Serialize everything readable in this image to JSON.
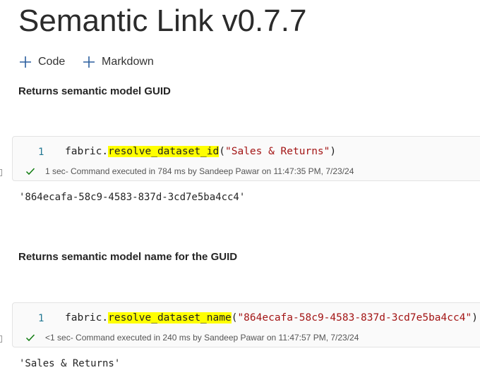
{
  "notebook": {
    "title": "Semantic Link v0.7.7"
  },
  "toolbar": {
    "add_code_label": "Code",
    "add_markdown_label": "Markdown"
  },
  "cells": [
    {
      "heading": "Returns semantic model GUID",
      "line_number": "1",
      "code": {
        "prefix": "fabric.",
        "function": "resolve_dataset_id",
        "open_paren": "(",
        "argument": "\"Sales & Returns\"",
        "close_paren": ")"
      },
      "status": {
        "duration": "1 sec",
        "message": " - Command executed in 784 ms by Sandeep Pawar on 11:47:35 PM, 7/23/24"
      },
      "output": "'864ecafa-58c9-4583-837d-3cd7e5ba4cc4'"
    },
    {
      "heading": "Returns semantic model name for the GUID",
      "line_number": "1",
      "code": {
        "prefix": "fabric.",
        "function": "resolve_dataset_name",
        "open_paren": "(",
        "argument": "\"864ecafa-58c9-4583-837d-3cd7e5ba4cc4\"",
        "close_paren": ")"
      },
      "status": {
        "duration": "<1 sec",
        "message": " - Command executed in 240 ms by Sandeep Pawar on 11:47:57 PM, 7/23/24"
      },
      "output": "'Sales & Returns'"
    }
  ],
  "colors": {
    "highlight": "#ffff00",
    "string": "#a31515",
    "line_number": "#237893",
    "success_check": "#107c10"
  }
}
